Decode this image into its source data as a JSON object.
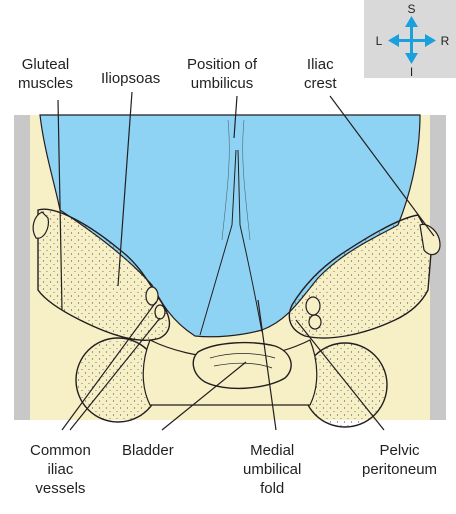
{
  "labels": {
    "gluteal": [
      "Gluteal",
      "muscles"
    ],
    "iliopsoas": [
      "Iliopsoas"
    ],
    "umbilicus": [
      "Position of",
      "umbilicus"
    ],
    "iliac_crest": [
      "Iliac",
      "crest"
    ],
    "common_iliac": [
      "Common",
      "iliac",
      "vessels"
    ],
    "bladder": [
      "Bladder"
    ],
    "medial_fold": [
      "Medial",
      "umbilical",
      "fold"
    ],
    "pelvic_peritoneum": [
      "Pelvic",
      "peritoneum"
    ]
  },
  "compass": {
    "superior": "S",
    "inferior": "I",
    "left": "L",
    "right": "R"
  },
  "colors": {
    "peritoneum_blue": "#8fd3f4",
    "bone_cream": "#f7efc6",
    "side_grey": "#c8c8c8",
    "compass_box": "#d9d9d9",
    "compass_arrow": "#1aa0dc",
    "ink": "#231f20"
  }
}
